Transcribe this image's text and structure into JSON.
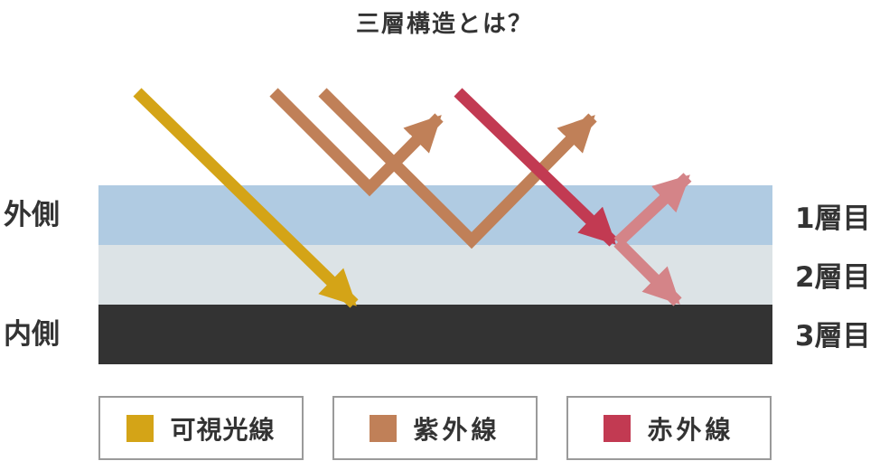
{
  "title": "三層構造とは？",
  "sides": {
    "outer": "外側",
    "inner": "内側"
  },
  "layers": [
    {
      "label": "1層目",
      "color": "#b0cbe2"
    },
    {
      "label": "2層目",
      "color": "#dce3e6"
    },
    {
      "label": "3層目",
      "color": "#333333"
    }
  ],
  "legend": [
    {
      "label": "可視光線",
      "color": "#d4a417"
    },
    {
      "label": "紫外線",
      "color": "#c08058"
    },
    {
      "label": "赤外線",
      "color": "#c23a52"
    }
  ],
  "colors": {
    "infrared_reflected": "#d48488"
  }
}
